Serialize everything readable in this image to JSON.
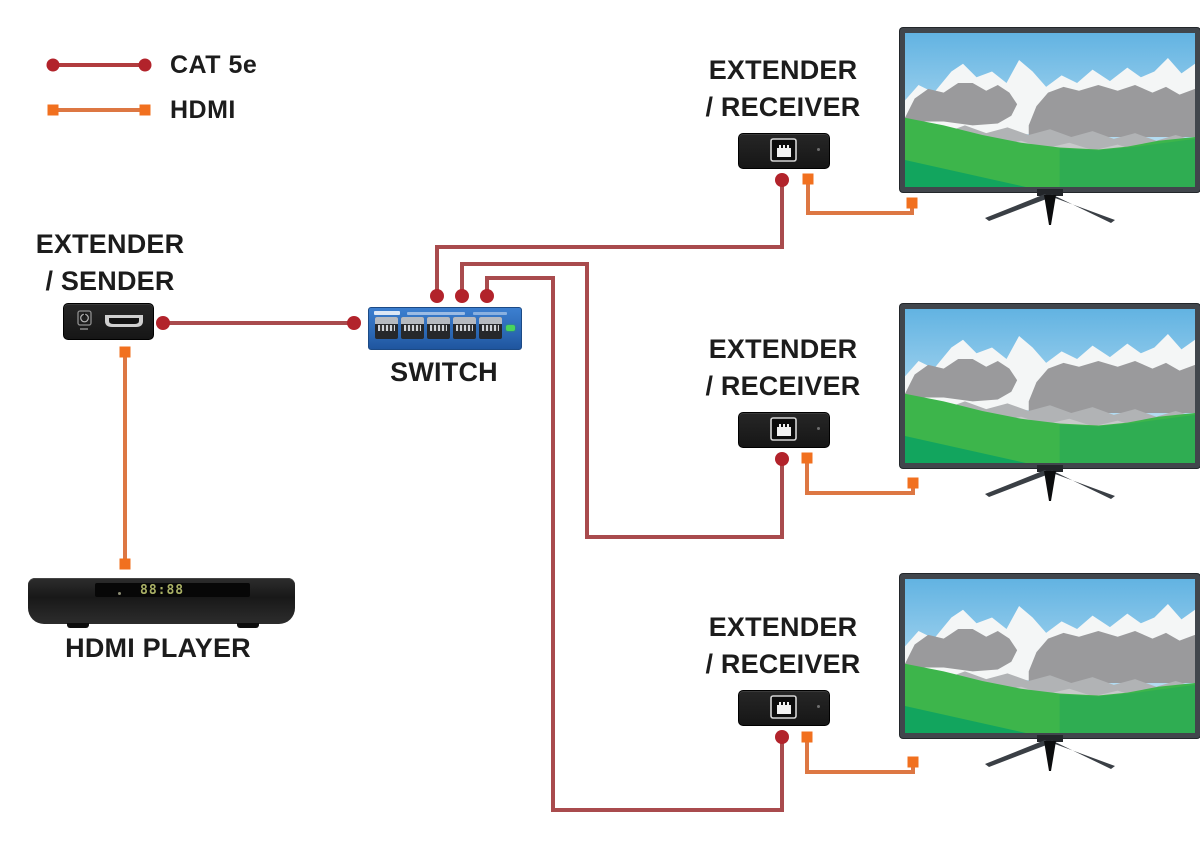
{
  "legend": {
    "items": [
      {
        "id": "cat5e",
        "label": "CAT 5e",
        "line_color": "#a94b4d",
        "connector": "round-dot",
        "connector_color": "#b2232b"
      },
      {
        "id": "hdmi",
        "label": "HDMI",
        "line_color": "#dd7743",
        "connector": "square-plug",
        "connector_color": "#f1701f"
      }
    ]
  },
  "devices": {
    "sender": {
      "label_line1": "EXTENDER",
      "label_line2": "/ SENDER"
    },
    "switch": {
      "label": "SWITCH"
    },
    "receivers": [
      {
        "label_line1": "EXTENDER",
        "label_line2": "/ RECEIVER"
      },
      {
        "label_line1": "EXTENDER",
        "label_line2": "/ RECEIVER"
      },
      {
        "label_line1": "EXTENDER",
        "label_line2": "/ RECEIVER"
      }
    ],
    "player": {
      "label": "HDMI PLAYER",
      "display": "88:88"
    }
  },
  "connections": [
    {
      "from": "extender-sender",
      "to": "switch",
      "cable": "CAT 5e"
    },
    {
      "from": "switch",
      "to": "extender-receiver-1",
      "cable": "CAT 5e"
    },
    {
      "from": "switch",
      "to": "extender-receiver-2",
      "cable": "CAT 5e"
    },
    {
      "from": "switch",
      "to": "extender-receiver-3",
      "cable": "CAT 5e"
    },
    {
      "from": "hdmi-player",
      "to": "extender-sender",
      "cable": "HDMI"
    },
    {
      "from": "extender-receiver-1",
      "to": "tv-1",
      "cable": "HDMI"
    },
    {
      "from": "extender-receiver-2",
      "to": "tv-2",
      "cable": "HDMI"
    },
    {
      "from": "extender-receiver-3",
      "to": "tv-3",
      "cable": "HDMI"
    }
  ],
  "colors": {
    "cat5e_wire": "#a94b4d",
    "cat5e_dot": "#b2232b",
    "hdmi_wire": "#dd7743",
    "hdmi_connector": "#f1701f",
    "switch_body": "#2e6fbe",
    "switch_led": "#49d45c",
    "label_text": "#1c1c1c"
  }
}
